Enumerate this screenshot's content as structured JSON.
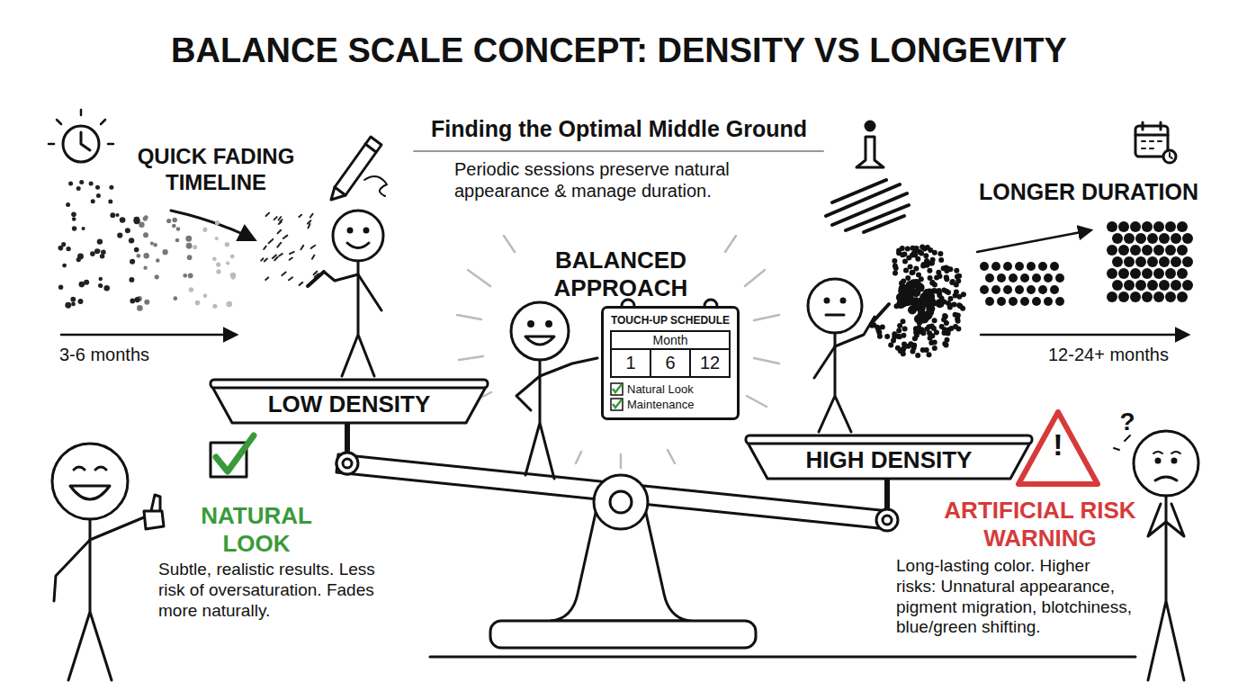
{
  "diagram": {
    "title": "BALANCE SCALE CONCEPT: DENSITY VS LONGEVITY",
    "nodes": [
      {
        "text": [
          "LOW DENSITY"
        ]
      },
      {
        "text": [
          "TOUCH-UP SCHEDULE",
          "Month",
          "1",
          "6",
          "12",
          "Natural Look",
          "Maintenance"
        ]
      },
      {
        "text": [
          "HIGH DENSITY"
        ]
      }
    ],
    "labels": [
      "QUICK FADING TIMELINE",
      "3-6 months",
      "Finding the Optimal Middle Ground",
      "Periodic sessions preserve natural appearance & manage duration.",
      "BALANCED APPROACH",
      "LONGER DURATION",
      "12-24+ months",
      "NATURAL LOOK",
      "Subtle, realistic results. Less risk of oversaturation. Fades more naturally.",
      "!",
      "ARTIFICIAL RISK WARNING",
      "Long-lasting color. Higher risks: Unnatural appearance, pigment migration, blotchiness, blue/green shifting.",
      "?"
    ]
  }
}
